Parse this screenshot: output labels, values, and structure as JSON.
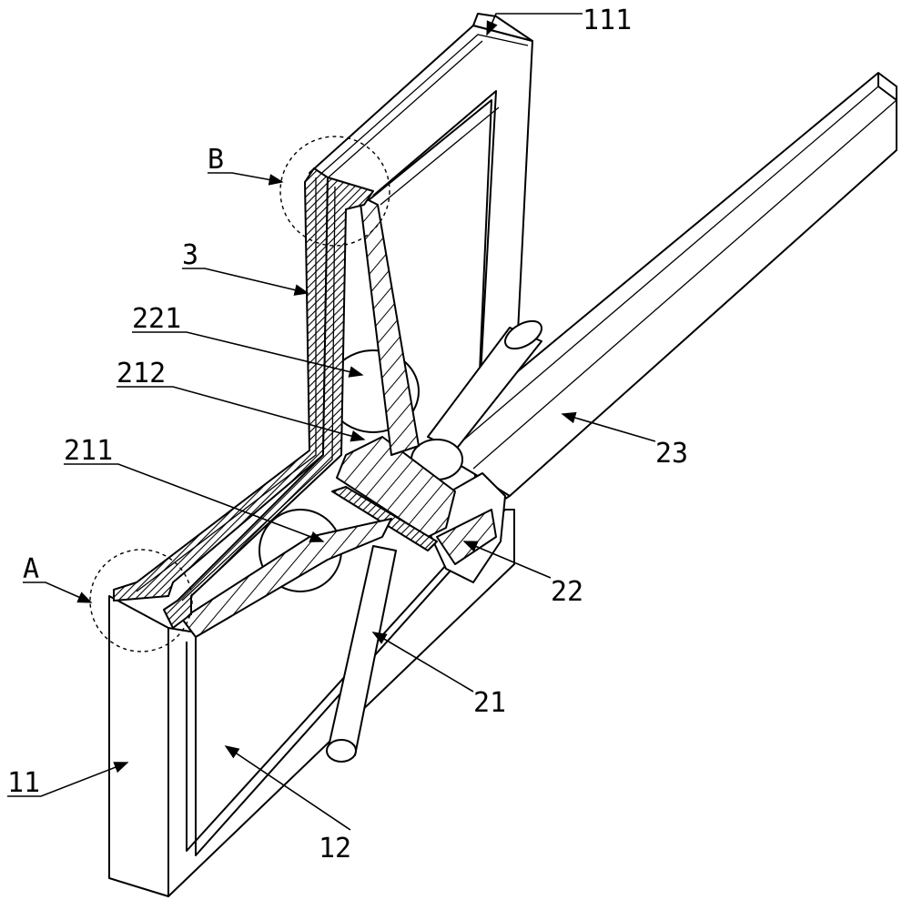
{
  "labels": {
    "l111": "111",
    "lB": "B",
    "l3": "3",
    "l221": "221",
    "l212": "212",
    "l211": "211",
    "lA": "A",
    "l11": "11",
    "l12": "12",
    "l21": "21",
    "l22": "22",
    "l23": "23"
  }
}
